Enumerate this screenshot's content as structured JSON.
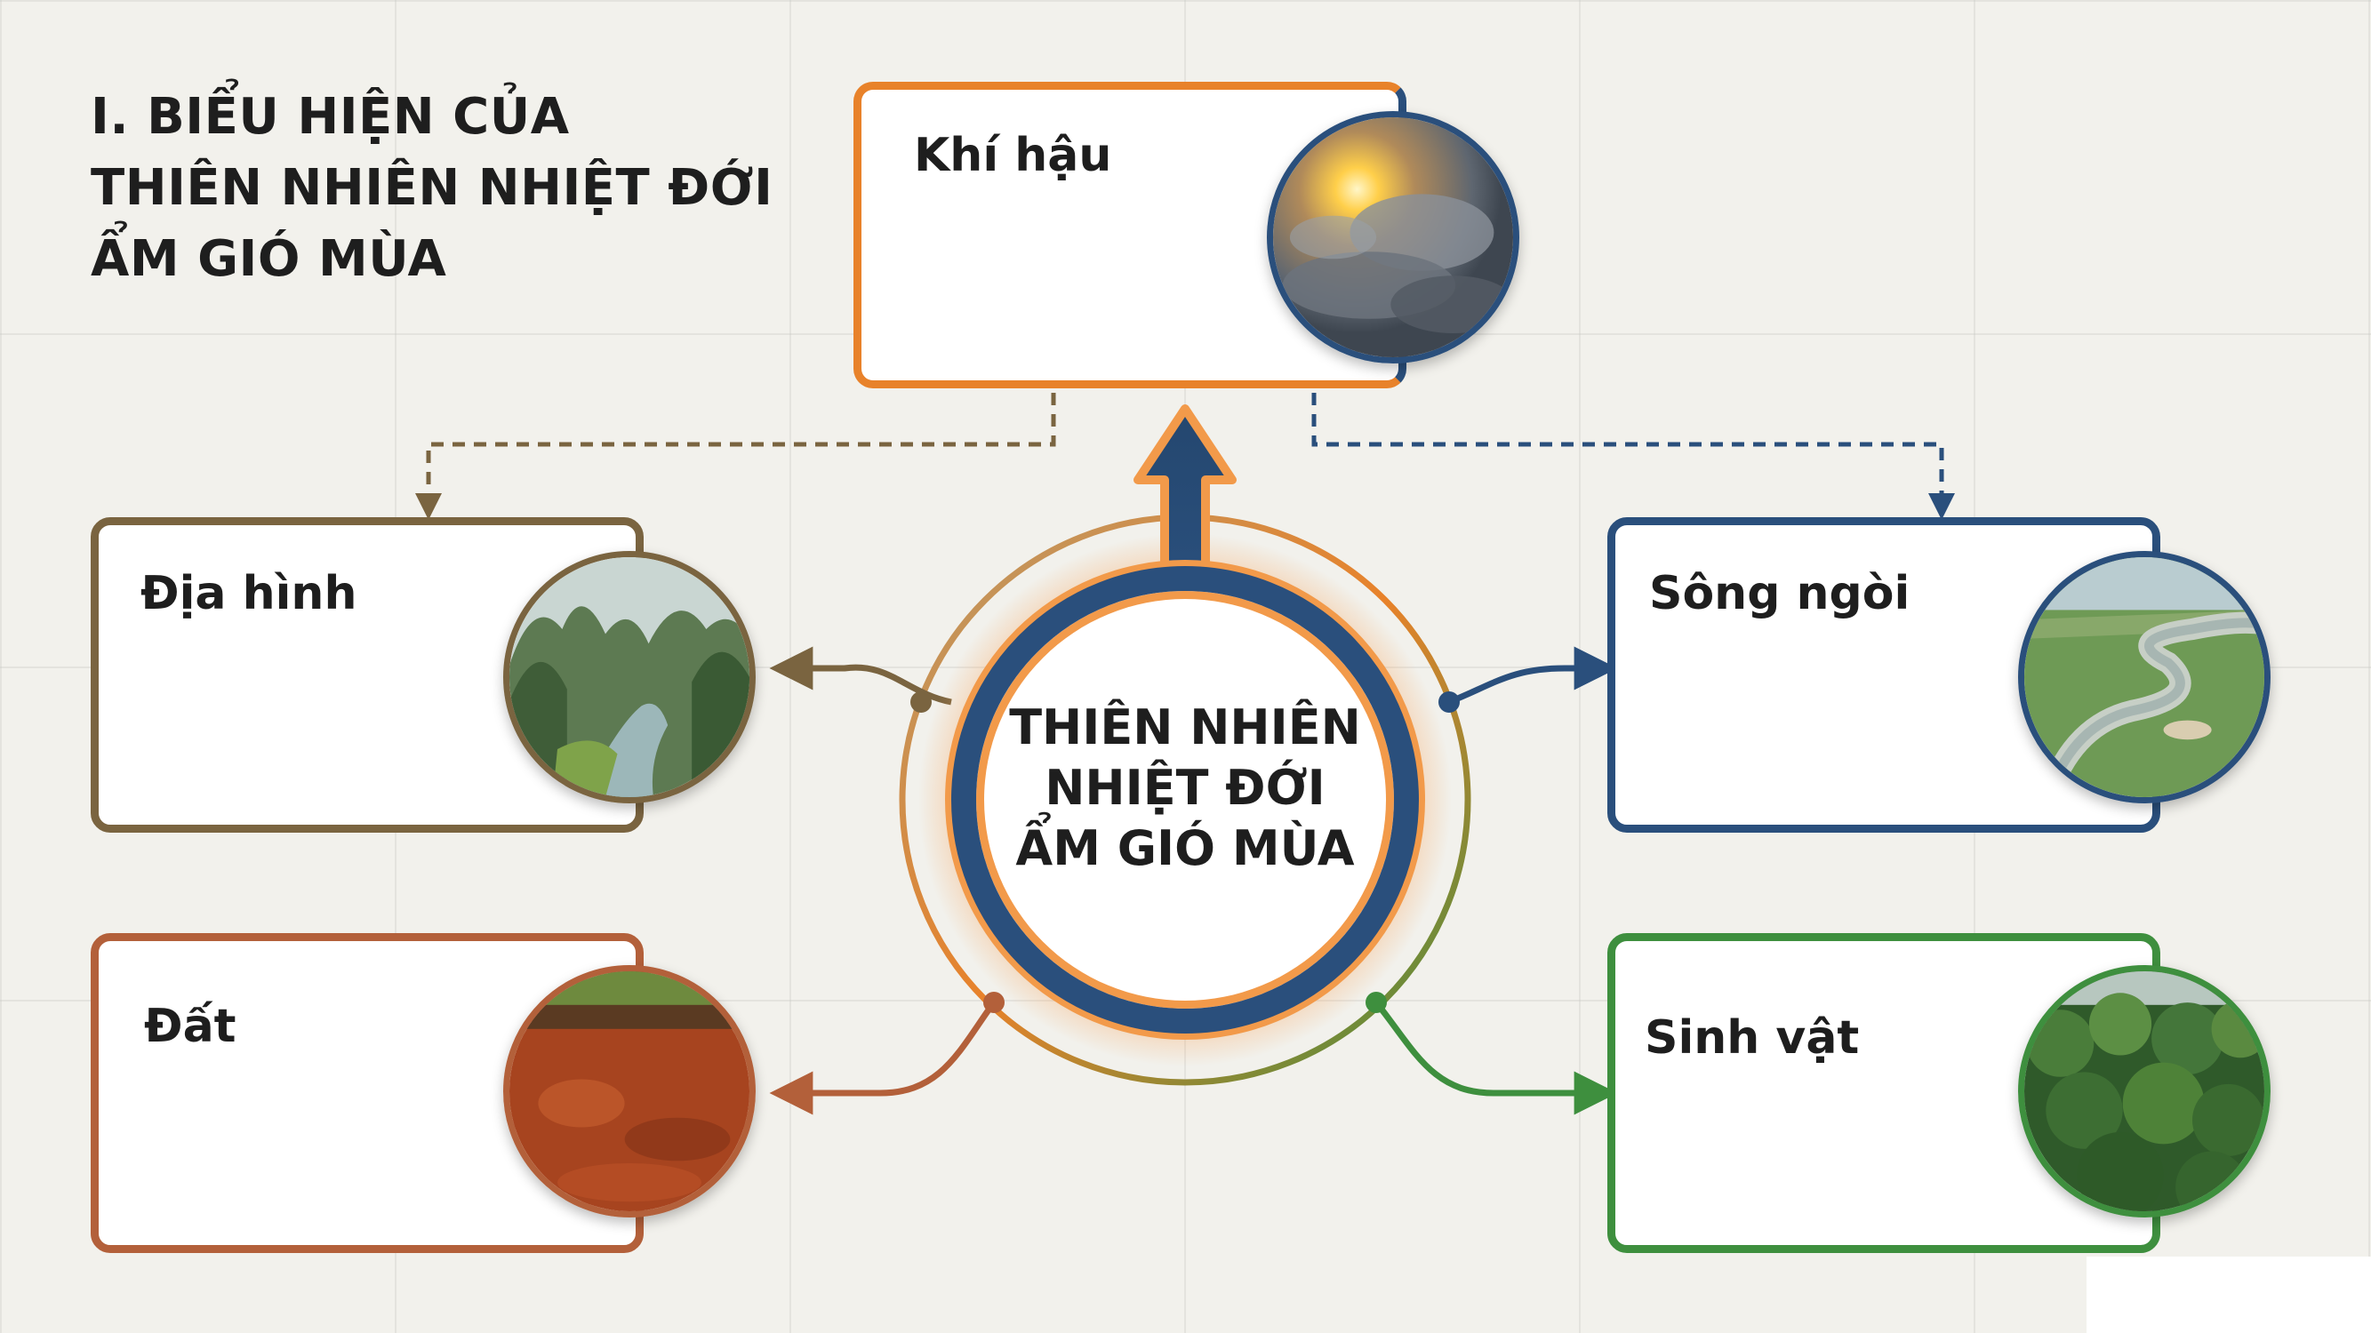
{
  "heading": {
    "line1": "I. BIỂU HIỆN CỦA",
    "line2": "THIÊN NHIÊN NHIỆT ĐỚI",
    "line3": "ẨM GIÓ MÙA"
  },
  "center": {
    "line1": "THIÊN NHIÊN",
    "line2": "NHIỆT ĐỚI",
    "line3": "ẨM GIÓ MÙA"
  },
  "nodes": {
    "khi_hau": {
      "label": "Khí hậu",
      "color": "#e8822a",
      "color2": "#2a4f7c",
      "icon": "sun-storm-clouds-photo"
    },
    "dia_hinh": {
      "label": "Địa hình",
      "color": "#7a6440",
      "icon": "karst-mountains-river-photo"
    },
    "song_ngoi": {
      "label": "Sông ngòi",
      "color": "#2a4f7c",
      "icon": "winding-river-photo"
    },
    "dat": {
      "label": "Đất",
      "color": "#b3603a",
      "icon": "red-soil-photo"
    },
    "sinh_vat": {
      "label": "Sinh vật",
      "color": "#3e8f3e",
      "icon": "tropical-forest-photo"
    }
  }
}
